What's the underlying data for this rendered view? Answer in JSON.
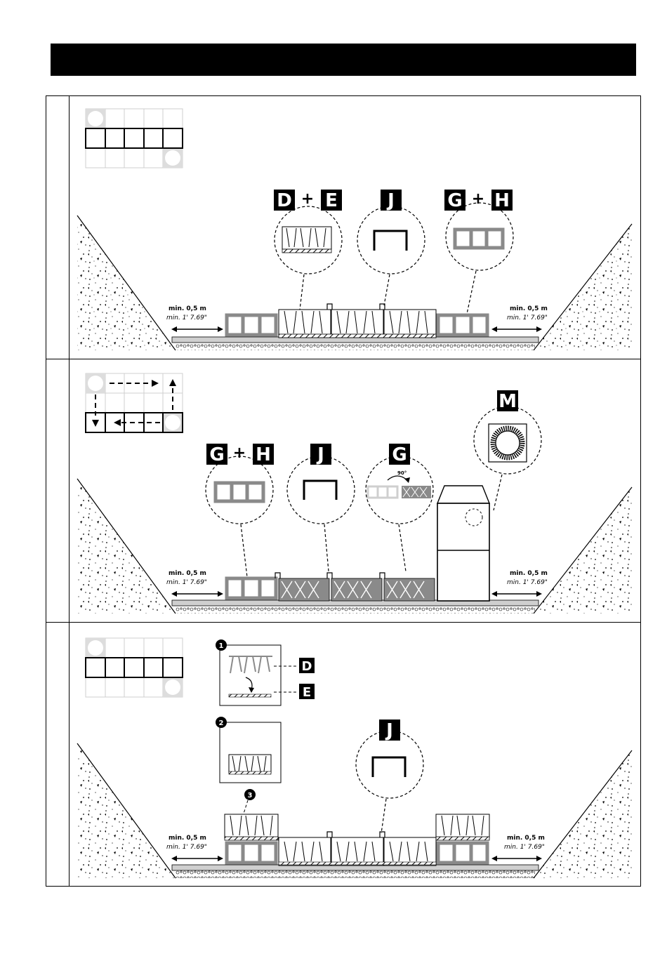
{
  "colors": {
    "ink": "#000000",
    "grey": "#8a8a8a",
    "light_grey": "#cfcfcf"
  },
  "panel1": {
    "callouts": [
      "D",
      "+",
      "E",
      "J",
      "G",
      "+",
      "H"
    ],
    "distance_left": {
      "metric": "min. 0,5 m",
      "imperial": "min. 1' 7.69\""
    },
    "distance_right": {
      "metric": "min. 0,5 m",
      "imperial": "min. 1' 7.69\""
    }
  },
  "panel2": {
    "callouts": [
      "G",
      "+",
      "H",
      "J",
      "G",
      "M"
    ],
    "rotation": "90°",
    "distance_left": {
      "metric": "min. 0,5 m",
      "imperial": "min. 1' 7.69\""
    },
    "distance_right": {
      "metric": "min. 0,5 m",
      "imperial": "min. 1' 7.69\""
    }
  },
  "panel3": {
    "callouts": [
      "D",
      "E",
      "J"
    ],
    "steps": [
      "1",
      "2",
      "3"
    ],
    "distance_left": {
      "metric": "min. 0,5 m",
      "imperial": "min. 1' 7.69\""
    },
    "distance_right": {
      "metric": "min. 0,5 m",
      "imperial": "min. 1' 7.69\""
    }
  }
}
